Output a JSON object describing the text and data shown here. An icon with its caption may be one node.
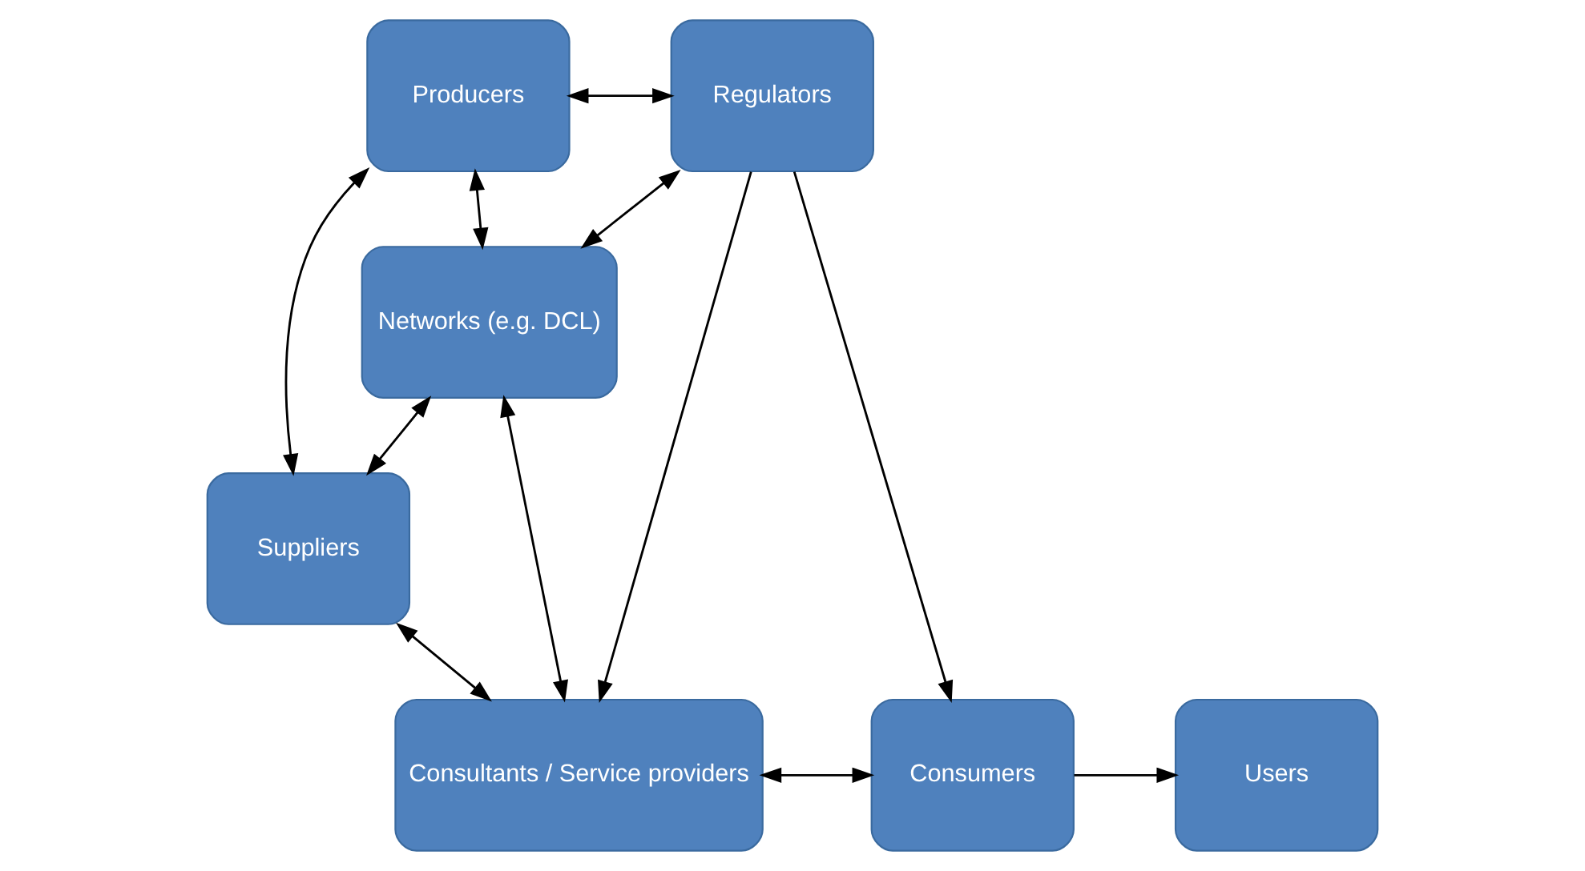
{
  "diagram": {
    "nodes": [
      {
        "text": [
          "Producers"
        ]
      },
      {
        "text": [
          "Regulators"
        ]
      },
      {
        "text": [
          "Networks (e.g. DCL)"
        ]
      },
      {
        "text": [
          "Suppliers"
        ]
      },
      {
        "text": [
          "Consultants / Service providers"
        ]
      },
      {
        "text": [
          "Consumers"
        ]
      },
      {
        "text": [
          "Users"
        ]
      }
    ],
    "edges": [
      {
        "from": 0,
        "to": 1,
        "arrow": "both"
      },
      {
        "from": 2,
        "to": 1,
        "arrow": "both"
      },
      {
        "from": 0,
        "to": 2,
        "arrow": "both"
      },
      {
        "from": 0,
        "to": 3,
        "arrow": "both"
      },
      {
        "from": 2,
        "to": 3,
        "arrow": "both"
      },
      {
        "from": 2,
        "to": 4,
        "arrow": "both"
      },
      {
        "from": 1,
        "to": 4,
        "arrow": "to"
      },
      {
        "from": 1,
        "to": 5,
        "arrow": "to"
      },
      {
        "from": 3,
        "to": 4,
        "arrow": "both"
      },
      {
        "from": 4,
        "to": 5,
        "arrow": "both"
      },
      {
        "from": 5,
        "to": 6,
        "arrow": "to"
      }
    ]
  }
}
